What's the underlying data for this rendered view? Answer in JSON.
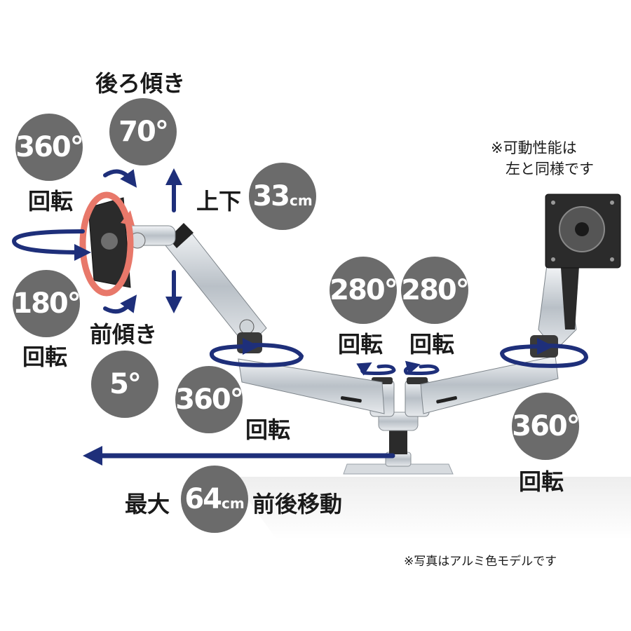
{
  "header": {
    "tilt_back_label": "後ろ傾き"
  },
  "badges": {
    "tilt_back": {
      "value": "70°"
    },
    "rotate_360_left": {
      "value": "360°"
    },
    "rotate_180": {
      "value": "180°"
    },
    "tilt_forward": {
      "value": "5°"
    },
    "lift": {
      "value": "33",
      "unit": "cm"
    },
    "arm_base_rotate": {
      "value": "360°"
    },
    "center_left_rotate": {
      "value": "280°"
    },
    "center_right_rotate": {
      "value": "280°"
    },
    "right_rotate": {
      "value": "360°"
    },
    "reach": {
      "value": "64",
      "unit": "cm"
    }
  },
  "labels": {
    "kaiten": "回転",
    "tilt_forward": "前傾き",
    "up_down": "上下",
    "reach_prefix": "最大",
    "reach_suffix": "前後移動"
  },
  "notes": {
    "same_as_left": "※可動性能は\n　左と同様です",
    "photo": "※写真はアルミ色モデルです"
  },
  "colors": {
    "badge": "#6b6b6b",
    "arrow": "#1e2f7a",
    "tilt_ring": "#e8786a",
    "arm": "#c8cdd2"
  }
}
